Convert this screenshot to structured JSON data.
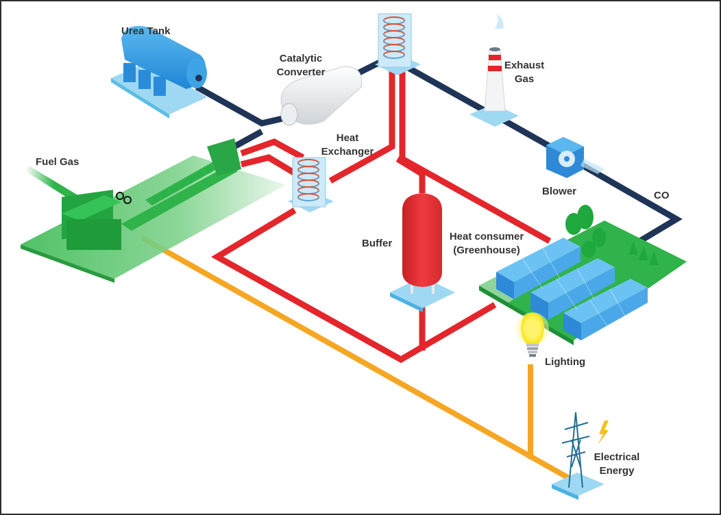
{
  "diagram": {
    "type": "combined heat and power (CHP) flow diagram",
    "components": {
      "urea_tank": "Urea Tank",
      "catalytic_converter": [
        "Catalytic",
        "Converter"
      ],
      "exhaust_gas": [
        "Exhaust",
        "Gas"
      ],
      "heat_exchanger": [
        "Heat",
        "Exchanger"
      ],
      "fuel_gas": "Fuel Gas",
      "blower": "Blower",
      "co": "CO",
      "buffer": "Buffer",
      "heat_consumer": [
        "Heat consumer",
        "(Greenhouse)"
      ],
      "lighting": "Lighting",
      "electrical_energy": [
        "Electrical",
        "Energy"
      ]
    },
    "colors": {
      "exhaust_pipe": "#1f3557",
      "heat_pipe": "#e3262b",
      "power_line": "#f5a623",
      "fuel_line": "#2fb34a",
      "equipment_base": "#9fd8f2",
      "engine": "#27b34a",
      "greenhouse": "#4aa8e8",
      "bulb": "#f7e71c",
      "label_text": "#333333",
      "frame": "#2e2e2e"
    },
    "flows": [
      {
        "from": "Urea Tank",
        "to": "Catalytic Converter",
        "medium": "exhaust"
      },
      {
        "from": "Engine",
        "to": "Catalytic Converter",
        "medium": "exhaust"
      },
      {
        "from": "Catalytic Converter",
        "to": "Heat Exchanger (top)",
        "medium": "exhaust"
      },
      {
        "from": "Heat Exchanger (top)",
        "to": "Exhaust Gas",
        "medium": "exhaust"
      },
      {
        "from": "Exhaust Gas",
        "to": "Blower",
        "medium": "exhaust"
      },
      {
        "from": "Blower",
        "to": "Heat consumer (Greenhouse)",
        "medium": "CO"
      },
      {
        "from": "Engine",
        "to": "Heat Exchanger",
        "medium": "heat"
      },
      {
        "from": "Heat Exchanger",
        "to": "Buffer",
        "medium": "heat"
      },
      {
        "from": "Buffer",
        "to": "Heat consumer (Greenhouse)",
        "medium": "heat"
      },
      {
        "from": "Fuel Gas",
        "to": "Engine",
        "medium": "fuel"
      },
      {
        "from": "Engine",
        "to": "Electrical Energy",
        "medium": "electricity"
      },
      {
        "from": "Electrical Energy",
        "to": "Lighting",
        "medium": "electricity"
      }
    ]
  }
}
